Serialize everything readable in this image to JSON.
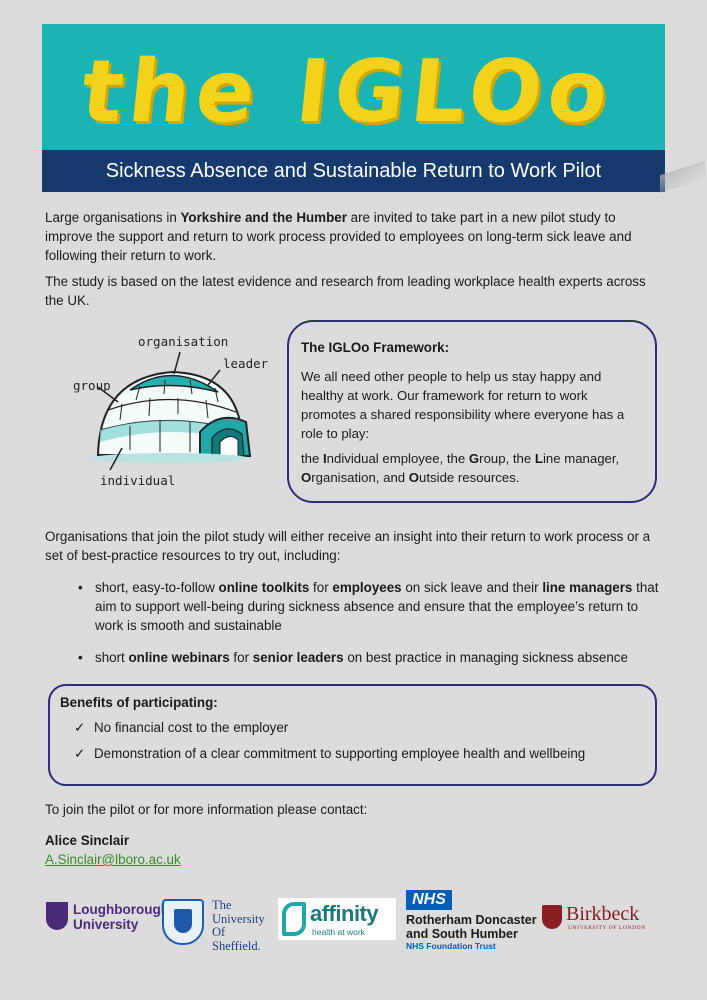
{
  "banner": {
    "title": "the IGLOo",
    "subtitle": "Sickness Absence and Sustainable Return to Work Pilot"
  },
  "intro": {
    "p1_before": "Large organisations in ",
    "p1_bold": "Yorkshire and the Humber",
    "p1_after": " are invited to take part in a new pilot study to improve the support and return to work process provided to employees on long-term sick leave and following their return to work.",
    "p2": "The study is based on the latest evidence and research from leading workplace health experts across the UK."
  },
  "igloo_labels": {
    "organisation": "organisation",
    "leader": "leader",
    "group": "group",
    "individual": "individual"
  },
  "framework": {
    "heading": "The IGLOo Framework:",
    "body": "We all need other people to help us stay happy and healthy at work. Our framework for return to work promotes a shared responsibility where everyone has a role to play:",
    "list_parts": [
      "the ",
      "I",
      "ndividual employee, the ",
      "G",
      "roup, the ",
      "L",
      "ine manager, ",
      "O",
      "rganisation, and ",
      "O",
      "utside resources."
    ]
  },
  "pilot": {
    "intro": "Organisations that join the pilot study will either receive an insight into their return to work process or a set of best-practice resources to try out, including:",
    "bullet1": [
      "short, easy-to-follow ",
      "online toolkits",
      " for ",
      "employees",
      " on sick leave and their ",
      "line managers",
      " that aim to support well-being during sickness absence and ensure that the employee’s return to work is smooth and sustainable"
    ],
    "bullet2": [
      "short ",
      "online webinars",
      " for ",
      "senior leaders",
      " on best practice in managing sickness absence"
    ]
  },
  "benefits": {
    "heading": "Benefits of participating:",
    "items": [
      "No financial cost to the employer",
      "Demonstration of a clear commitment to supporting employee health and wellbeing"
    ],
    "tick": "✓"
  },
  "contact": {
    "prompt": "To join the pilot or for more information please contact:",
    "name": "Alice Sinclair",
    "email": "A.Sinclair@lboro.ac.uk"
  },
  "logos": {
    "loughborough": [
      "Loughborough",
      "University"
    ],
    "sheffield": [
      "The",
      "University",
      "Of",
      "Sheffield."
    ],
    "affinity": {
      "name": "affinity",
      "tagline": "health at work"
    },
    "nhs": {
      "badge": "NHS",
      "line1": "Rotherham Doncaster",
      "line2": "and South Humber",
      "line3": "NHS Foundation Trust"
    },
    "birkbeck": {
      "name": "Birkbeck",
      "sub": "UNIVERSITY OF LONDON"
    }
  },
  "colors": {
    "banner_teal": "#1ab4b4",
    "title_yellow": "#f2d21a",
    "bar_navy": "#163a6e",
    "box_border": "#2d2d7a",
    "email_green": "#3a8a2a"
  }
}
